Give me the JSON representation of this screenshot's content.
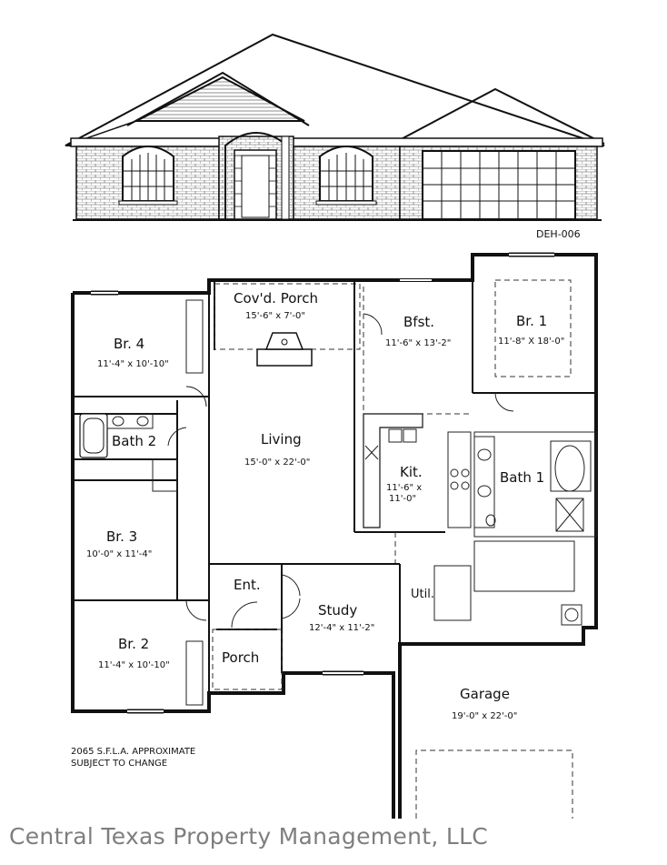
{
  "plan_code": "DEH-006",
  "rooms": {
    "covd_porch": {
      "name": "Cov'd. Porch",
      "dims": "15'-6\" x 7'-0\""
    },
    "bfst": {
      "name": "Bfst.",
      "dims": "11'-6\" x 13'-2\""
    },
    "br1": {
      "name": "Br. 1",
      "dims": "11'-8\" X 18'-0\""
    },
    "br4": {
      "name": "Br. 4",
      "dims": "11'-4\" x 10'-10\""
    },
    "living": {
      "name": "Living",
      "dims": "15'-0\" x 22'-0\""
    },
    "bath2": {
      "name": "Bath 2"
    },
    "kit": {
      "name": "Kit.",
      "dims1": "11'-6\" x",
      "dims2": "11'-0\""
    },
    "bath1": {
      "name": "Bath 1"
    },
    "br3": {
      "name": "Br. 3",
      "dims": "10'-0\" x 11'-4\""
    },
    "ent": {
      "name": "Ent."
    },
    "study": {
      "name": "Study",
      "dims": "12'-4\" x 11'-2\""
    },
    "util": {
      "name": "Util."
    },
    "br2": {
      "name": "Br. 2",
      "dims": "11'-4\" x 10'-10\""
    },
    "porch": {
      "name": "Porch"
    },
    "garage": {
      "name": "Garage",
      "dims": "19'-0\" x 22'-0\""
    }
  },
  "notes": {
    "line1": "2065 S.F.L.A. APPROXIMATE",
    "line2": "SUBJECT TO CHANGE"
  },
  "watermark": "Central Texas Property Management, LLC"
}
